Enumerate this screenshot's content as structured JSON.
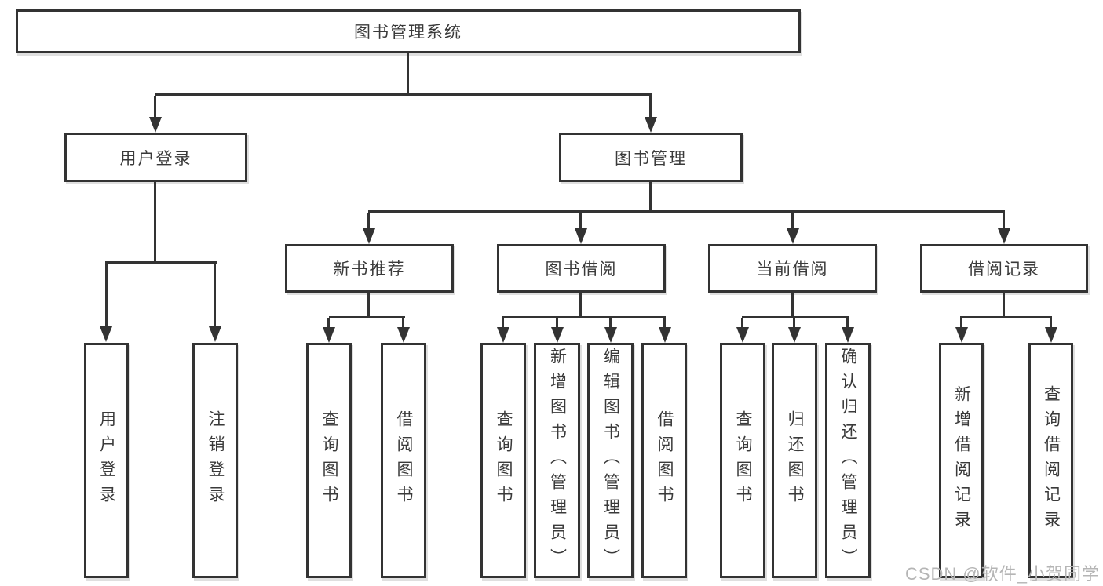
{
  "diagram": {
    "root": {
      "label": "图书管理系统"
    },
    "branches": [
      {
        "label": "用户登录",
        "children": [
          {
            "label": "用户登录"
          },
          {
            "label": "注销登录"
          }
        ]
      },
      {
        "label": "图书管理",
        "children": [
          {
            "label": "新书推荐",
            "children": [
              {
                "label": "查询图书"
              },
              {
                "label": "借阅图书"
              }
            ]
          },
          {
            "label": "图书借阅",
            "children": [
              {
                "label": "查询图书"
              },
              {
                "label": "新增图书（管理员）"
              },
              {
                "label": "编辑图书（管理员）"
              },
              {
                "label": "借阅图书"
              }
            ]
          },
          {
            "label": "当前借阅",
            "children": [
              {
                "label": "查询图书"
              },
              {
                "label": "归还图书"
              },
              {
                "label": "确认归还（管理员）"
              }
            ]
          },
          {
            "label": "借阅记录",
            "children": [
              {
                "label": "新增借阅记录"
              },
              {
                "label": "查询借阅记录"
              }
            ]
          }
        ]
      }
    ]
  },
  "watermark": {
    "text": "CSDN @软件_小贺同学"
  },
  "colors": {
    "line": "#333333",
    "text": "#3a3a3a",
    "background": "#ffffff",
    "watermark": "#b5b5b5"
  }
}
